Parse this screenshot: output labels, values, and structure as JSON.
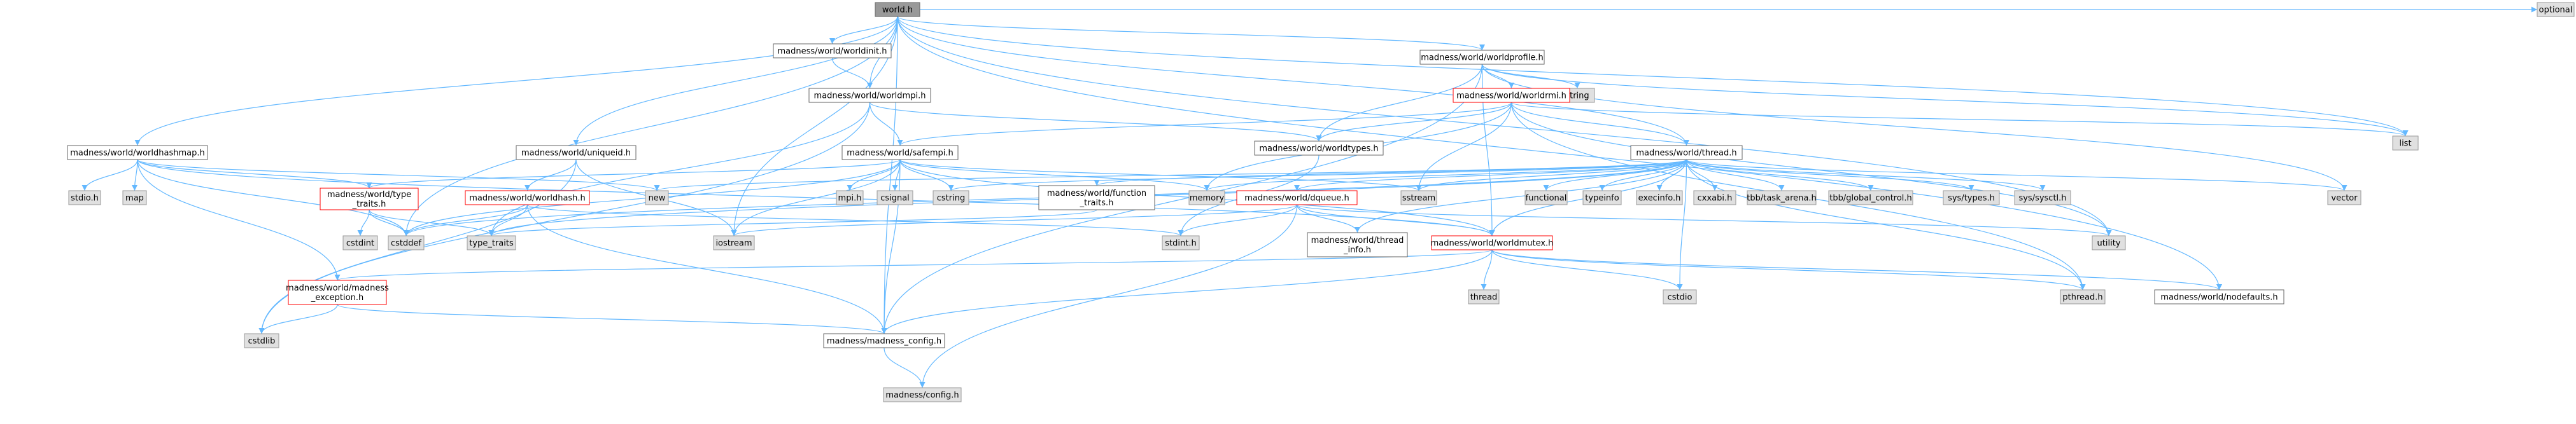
{
  "colors": {
    "edge": "#63b8ff",
    "normal_border": "#666666",
    "normal_fill": "#ffffff",
    "ext_fill": "#e0e0e0",
    "ext_border": "#999999",
    "root_fill": "#999999",
    "root_border": "#666666",
    "red_border": "#ff0000"
  },
  "nodes": [
    {
      "id": "root",
      "label": "world.h",
      "kind": "root"
    },
    {
      "id": "optional",
      "label": "optional",
      "kind": "external"
    },
    {
      "id": "worldinit",
      "label": "madness/world/worldinit.h",
      "kind": "normal"
    },
    {
      "id": "worldmpi",
      "label": "madness/world/worldmpi.h",
      "kind": "normal"
    },
    {
      "id": "worldprofile",
      "label": "madness/world/worldprofile.h",
      "kind": "normal"
    },
    {
      "id": "string",
      "label": "string",
      "kind": "external"
    },
    {
      "id": "worldrmi",
      "label": "madness/world/worldrmi.h",
      "kind": "red"
    },
    {
      "id": "worldhashmap",
      "label": "madness/world/worldhashmap.h",
      "kind": "normal"
    },
    {
      "id": "uniqueid",
      "label": "madness/world/uniqueid.h",
      "kind": "normal"
    },
    {
      "id": "safempi",
      "label": "madness/world/safempi.h",
      "kind": "normal"
    },
    {
      "id": "worldtypes",
      "label": "madness/world/worldtypes.h",
      "kind": "normal"
    },
    {
      "id": "thread",
      "label": "madness/world/thread.h",
      "kind": "normal"
    },
    {
      "id": "list",
      "label": "list",
      "kind": "external"
    },
    {
      "id": "stdio",
      "label": "stdio.h",
      "kind": "external"
    },
    {
      "id": "map",
      "label": "map",
      "kind": "external"
    },
    {
      "id": "new",
      "label": "new",
      "kind": "external"
    },
    {
      "id": "typetraits1",
      "label": "madness/world/type",
      "label2": "_traits.h",
      "kind": "red"
    },
    {
      "id": "worldhash",
      "label": "madness/world/worldhash.h",
      "kind": "red"
    },
    {
      "id": "mpih",
      "label": "mpi.h",
      "kind": "external"
    },
    {
      "id": "csignal",
      "label": "csignal",
      "kind": "external"
    },
    {
      "id": "cstring",
      "label": "cstring",
      "kind": "external"
    },
    {
      "id": "memory",
      "label": "memory",
      "kind": "external"
    },
    {
      "id": "sstream",
      "label": "sstream",
      "kind": "external"
    },
    {
      "id": "functional",
      "label": "functional",
      "kind": "external"
    },
    {
      "id": "typeinfo",
      "label": "typeinfo",
      "kind": "external"
    },
    {
      "id": "execinfo",
      "label": "execinfo.h",
      "kind": "external"
    },
    {
      "id": "cxxabi",
      "label": "cxxabi.h",
      "kind": "external"
    },
    {
      "id": "tbbarena",
      "label": "tbb/task_arena.h",
      "kind": "external"
    },
    {
      "id": "tbbglobal",
      "label": "tbb/global_control.h",
      "kind": "external"
    },
    {
      "id": "systypes",
      "label": "sys/types.h",
      "kind": "external"
    },
    {
      "id": "syssysctl",
      "label": "sys/sysctl.h",
      "kind": "external"
    },
    {
      "id": "vector",
      "label": "vector",
      "kind": "external"
    },
    {
      "id": "functiontraits",
      "label": "madness/world/function",
      "label2": "_traits.h",
      "kind": "normal"
    },
    {
      "id": "dqueue",
      "label": "madness/world/dqueue.h",
      "kind": "red"
    },
    {
      "id": "cstdint",
      "label": "cstdint",
      "kind": "external"
    },
    {
      "id": "cstddef",
      "label": "cstddef",
      "kind": "external"
    },
    {
      "id": "type_traits",
      "label": "type_traits",
      "kind": "external"
    },
    {
      "id": "iostream",
      "label": "iostream",
      "kind": "external"
    },
    {
      "id": "stdint",
      "label": "stdint.h",
      "kind": "external"
    },
    {
      "id": "threadinfo",
      "label": "madness/world/thread",
      "label2": "_info.h",
      "kind": "normal"
    },
    {
      "id": "worldmutex",
      "label": "madness/world/worldmutex.h",
      "kind": "red"
    },
    {
      "id": "utility",
      "label": "utility",
      "kind": "external"
    },
    {
      "id": "threadext",
      "label": "thread",
      "kind": "external"
    },
    {
      "id": "cstdio",
      "label": "cstdio",
      "kind": "external"
    },
    {
      "id": "pthread",
      "label": "pthread.h",
      "kind": "external"
    },
    {
      "id": "nodefaults",
      "label": "madness/world/nodefaults.h",
      "kind": "normal"
    },
    {
      "id": "exception",
      "label": "madness/world/madness",
      "label2": "_exception.h",
      "kind": "red"
    },
    {
      "id": "cstdlib",
      "label": "cstdlib",
      "kind": "external"
    },
    {
      "id": "madnessconfig",
      "label": "madness/madness_config.h",
      "kind": "normal"
    },
    {
      "id": "config",
      "label": "madness/config.h",
      "kind": "external"
    }
  ]
}
